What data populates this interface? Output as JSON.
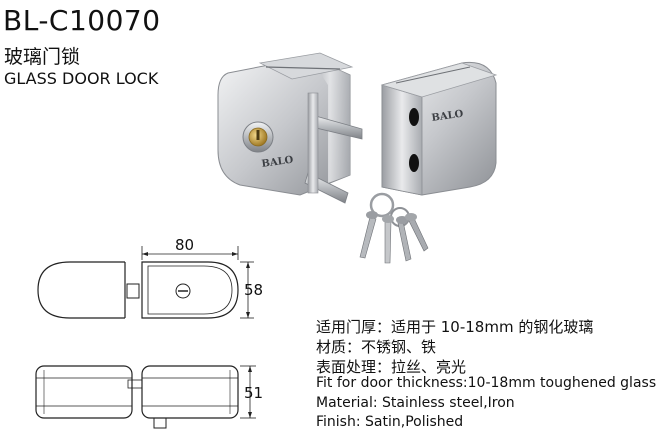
{
  "product": {
    "model": "BL-C10070",
    "name_cn": "玻璃门锁",
    "name_en": "GLASS DOOR LOCK",
    "brand_mark": "BALO"
  },
  "dimensions": {
    "width": "80",
    "height": "58",
    "depth": "51"
  },
  "specs": [
    "适用门厚：适用于 10-18mm 的钢化玻璃",
    "材质：不锈钢、铁",
    "表面处理：拉丝、亮光",
    "Fit for door thickness:10-18mm toughened glass",
    "Material: Stainless steel,Iron",
    "Finish: Satin,Polished"
  ],
  "colors": {
    "metal_light": "#e6e7e9",
    "metal_mid": "#b9bbbf",
    "metal_dark": "#7d8086",
    "brass": "#c9a24a"
  },
  "icons": [
    "lock-body-photo",
    "strike-box-photo",
    "keys-photo",
    "front-view-drawing",
    "side-view-drawing"
  ]
}
